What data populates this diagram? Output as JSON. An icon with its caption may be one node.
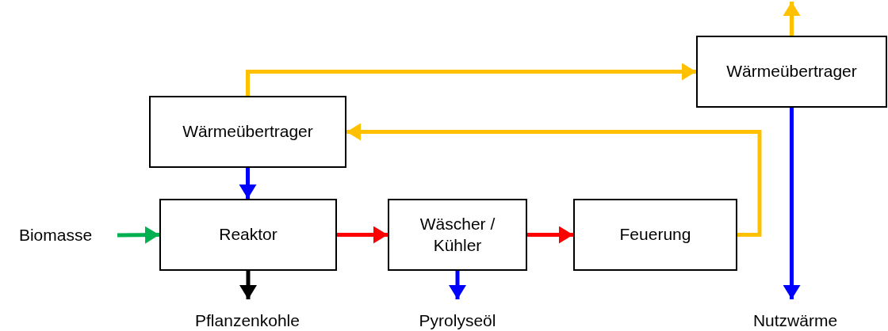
{
  "diagram": {
    "nodes": [
      {
        "text": [
          "Wärmeübertrager"
        ]
      },
      {
        "text": [
          "Wärmeübertrager"
        ]
      },
      {
        "text": [
          "Biomasse"
        ]
      },
      {
        "text": [
          "Reaktor"
        ]
      },
      {
        "text": [
          "Wäscher / Kühler"
        ]
      },
      {
        "text": [
          "Feuerung"
        ]
      },
      {
        "text": [
          "Pflanzenkohle"
        ]
      },
      {
        "text": [
          "Pyrolyseöl"
        ]
      },
      {
        "text": [
          "Nutzwärme"
        ]
      }
    ],
    "edges": [
      {
        "from": 2,
        "to": 3,
        "arrow": "to",
        "color": "#00b050"
      },
      {
        "from": 3,
        "to": 4,
        "arrow": "to",
        "color": "#ff0000"
      },
      {
        "from": 4,
        "to": 5,
        "arrow": "to",
        "color": "#ff0000"
      },
      {
        "from": 5,
        "to": 0,
        "arrow": "to",
        "color": "#ffc000"
      },
      {
        "from": 0,
        "to": 1,
        "arrow": "to",
        "color": "#ffc000"
      },
      {
        "from": 0,
        "to": 3,
        "arrow": "to",
        "color": "#0000ff"
      },
      {
        "from": 3,
        "to": 6,
        "arrow": "to",
        "color": "#000000"
      },
      {
        "from": 4,
        "to": 7,
        "arrow": "to",
        "color": "#0000ff"
      },
      {
        "from": 1,
        "to": 8,
        "arrow": "to",
        "color": "#0000ff"
      },
      {
        "from": 1,
        "to": null,
        "arrow": "to",
        "color": "#ffc000"
      }
    ]
  }
}
